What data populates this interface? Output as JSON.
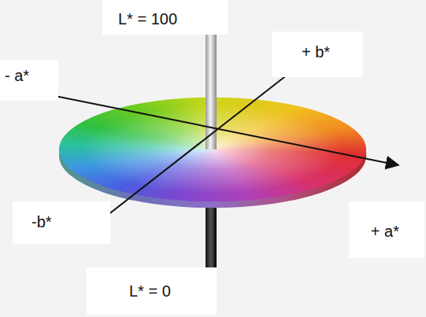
{
  "diagram": {
    "labels": [
      "L* = 100",
      "+ b*",
      "- a*",
      "-b*",
      "+ a*",
      "L* = 0"
    ]
  }
}
